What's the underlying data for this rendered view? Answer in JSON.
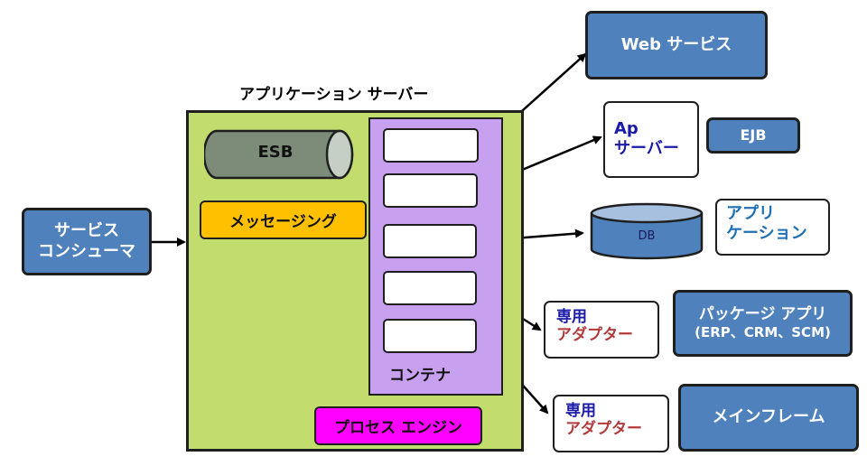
{
  "app_server": {
    "title": "アプリケーション サーバー"
  },
  "esb": {
    "label": "ESB"
  },
  "messaging": {
    "label": "メッセージング"
  },
  "process_engine": {
    "label": "プロセス エンジン"
  },
  "container": {
    "label": "コンテナ"
  },
  "service_consumer": {
    "line1": "サービス",
    "line2": "コンシューマ"
  },
  "web_service": {
    "label": "Web サービス"
  },
  "ap_server": {
    "line1": "Ap",
    "line2": "サーバー"
  },
  "ejb": {
    "label": "EJB"
  },
  "db": {
    "label": "DB"
  },
  "application": {
    "line1": "アプリ",
    "line2": "ケーション"
  },
  "adapter1": {
    "line1": "専用",
    "line2": "アダプター"
  },
  "package_app": {
    "line1": "パッケージ アプリ",
    "line2": "(ERP、CRM、SCM)"
  },
  "adapter2": {
    "line1": "専用",
    "line2": "アダプター"
  },
  "mainframe": {
    "label": "メインフレーム"
  },
  "colors": {
    "server_bg": "#c3dc6e",
    "container_bg": "#c8a0f0",
    "messaging_bg": "#ffc000",
    "process_bg": "#ff00ff",
    "esb_bg": "#7d8b79",
    "blue_box": "#4f81bd"
  }
}
